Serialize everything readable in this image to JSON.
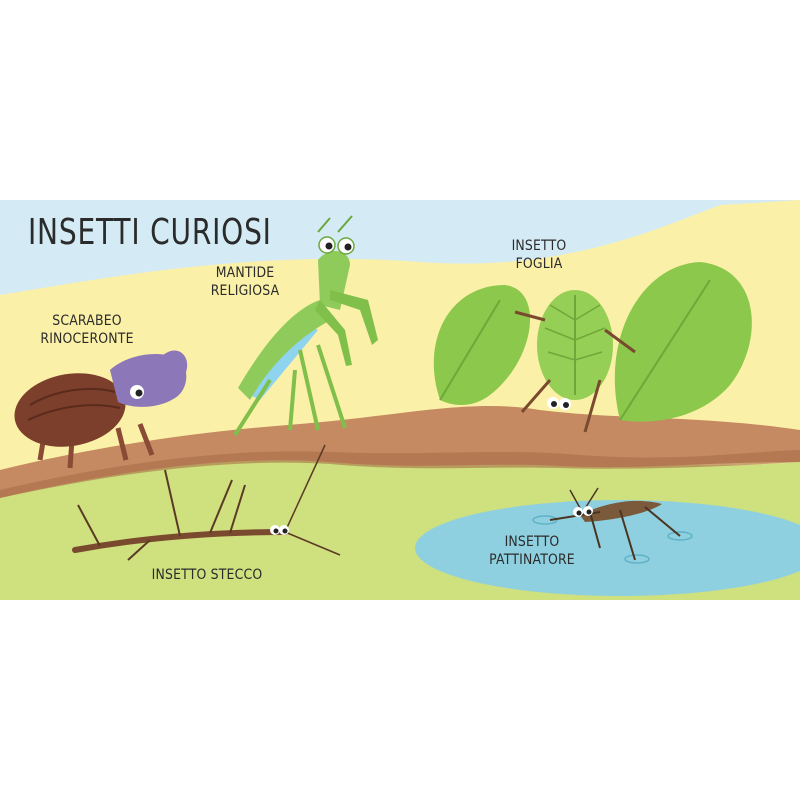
{
  "title": "INSETTI CURIOSI",
  "labels": {
    "beetle": [
      "SCARABEO",
      "RINOCERONTE"
    ],
    "mantis": [
      "MANTIDE",
      "RELIGIOSA"
    ],
    "leaf": [
      "INSETTO",
      "FOGLIA"
    ],
    "stick": [
      "INSETTO STECCO"
    ],
    "strider": [
      "INSETTO",
      "PATTINATORE"
    ]
  },
  "colors": {
    "sky": "#cfe9f4",
    "hill": "#fbf0a8",
    "grass": "#cfe07e",
    "branch": "#c98a62",
    "water": "#8fcfe0",
    "leaf": "#8cc84b",
    "mantis": "#8fcb5a",
    "beetle_body": "#7a3f2c",
    "beetle_head": "#8c78b8"
  },
  "icons": [
    "rhino-beetle-icon",
    "praying-mantis-icon",
    "leaf-insect-icon",
    "stick-insect-icon",
    "water-strider-icon"
  ]
}
